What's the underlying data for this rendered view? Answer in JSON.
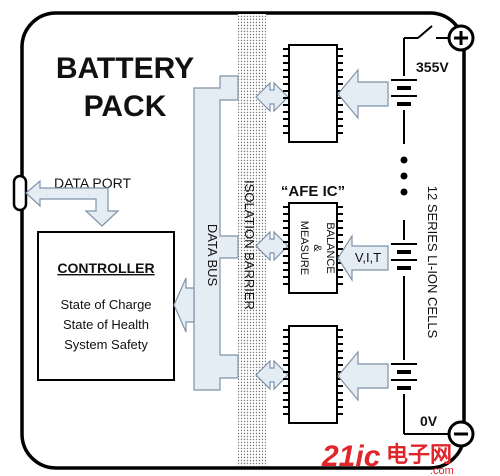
{
  "title_line1": "BATTERY",
  "title_line2": "PACK",
  "data_port": "DATA PORT",
  "controller": {
    "title": "CONTROLLER",
    "lines": [
      "State of Charge",
      "State of Health",
      "System Safety"
    ]
  },
  "data_bus": "DATA BUS",
  "isolation_barrier": "ISOLATION BARRIER",
  "afe_ic": "“AFE IC”",
  "measure_balance": [
    "MEASURE",
    "&",
    "BALANCE"
  ],
  "vit": "V,I,T",
  "series_cells": "12 SERIES LI-ION CELLS",
  "voltage_top": "355V",
  "voltage_bottom": "0V",
  "watermark": {
    "digits": "21ic",
    "suffix": ".com",
    "cn": "电子网"
  },
  "colors": {
    "arrow_fill": "#e4ecf4",
    "arrow_stroke": "#7f93a8",
    "line": "#000000",
    "watermark_red": "#e0262b"
  },
  "icons": [
    "plus-terminal-icon",
    "minus-terminal-icon",
    "switch-icon",
    "battery-cell-icon",
    "chip-icon"
  ]
}
